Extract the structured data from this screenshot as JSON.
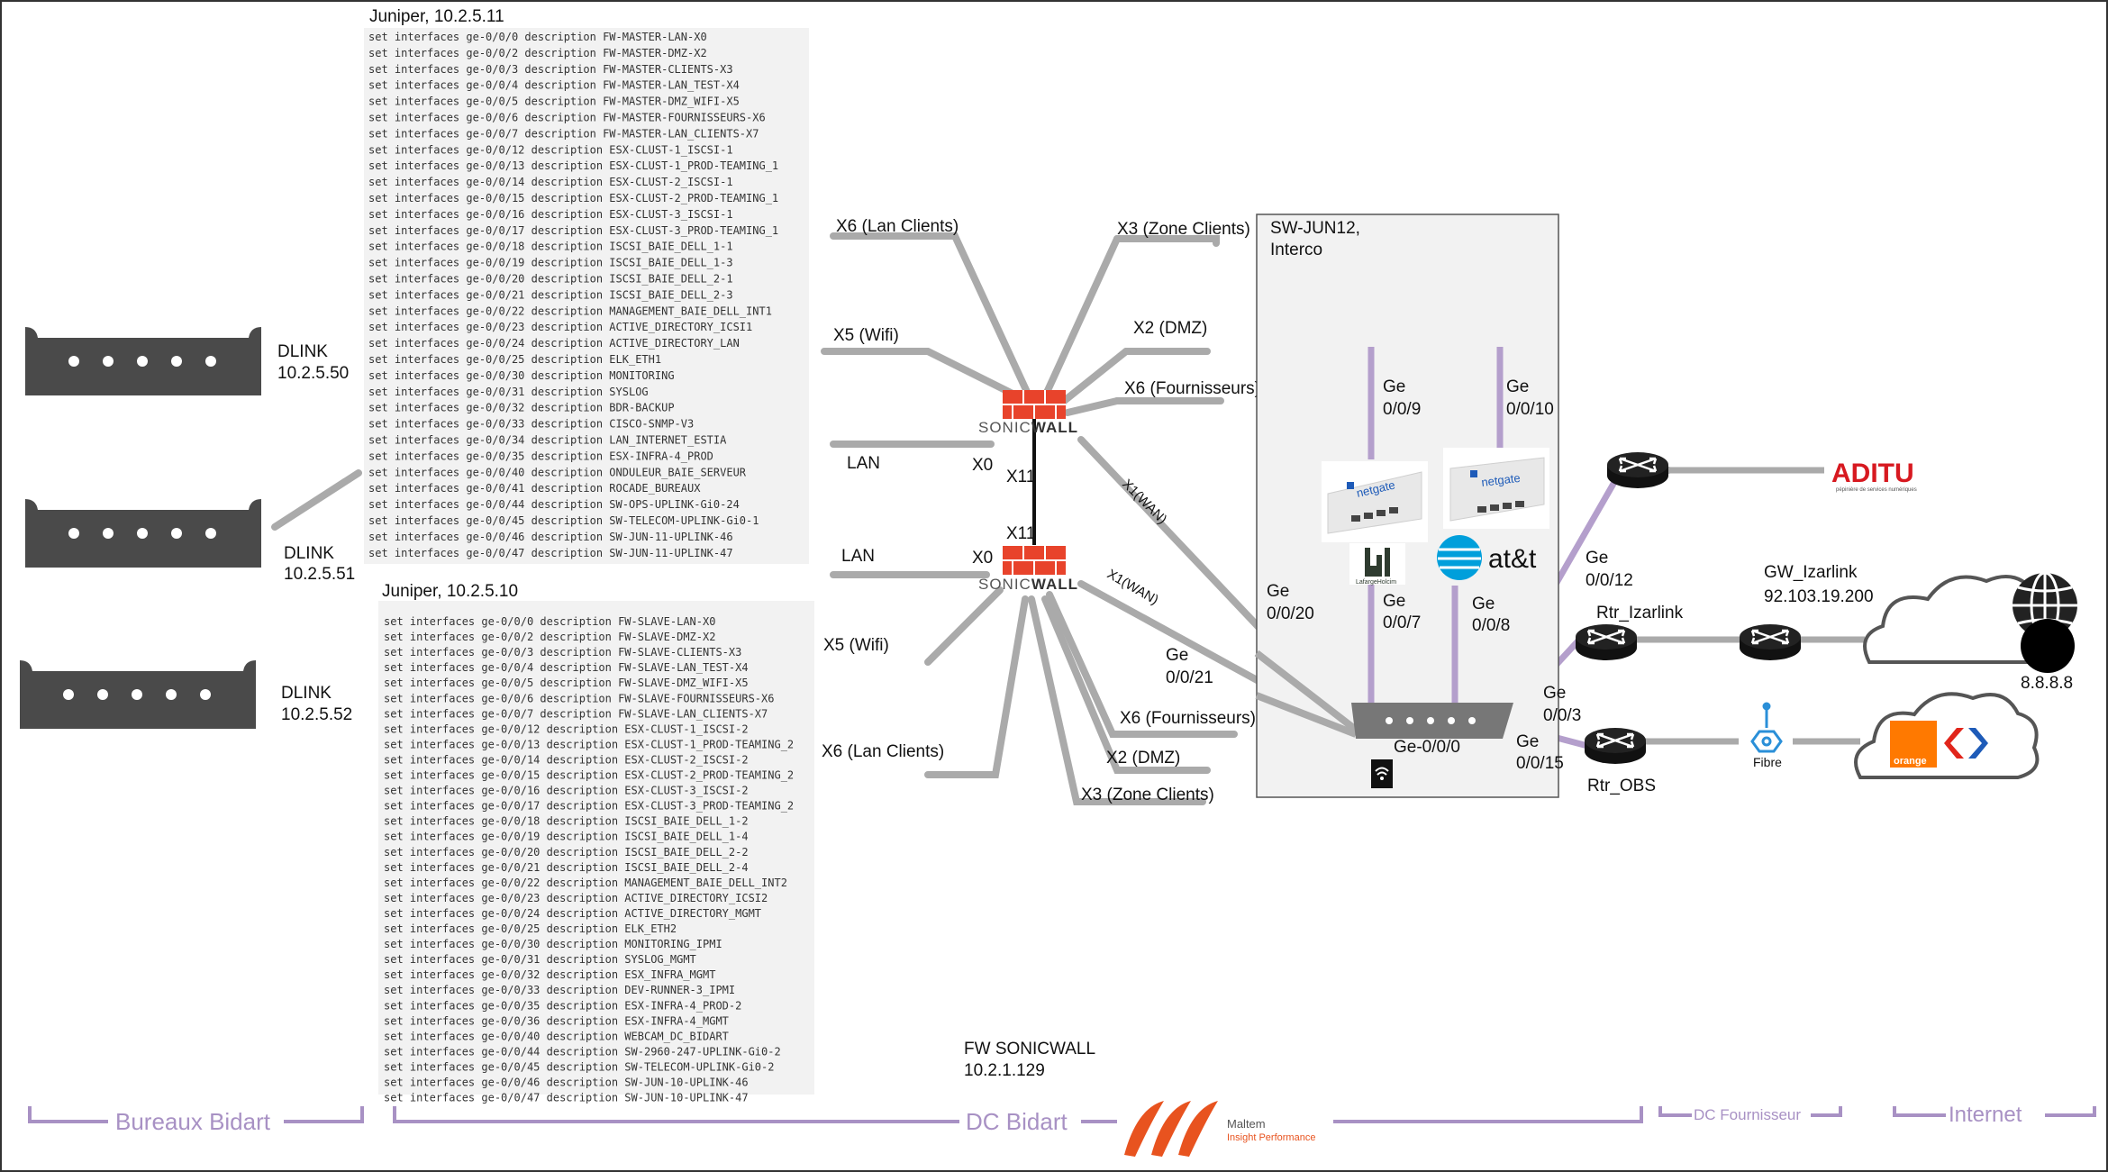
{
  "colors": {
    "link_grey": "#aaaaaa",
    "link_purple": "#b49fcc",
    "firewall_red": "#e8432b",
    "device_dark": "#4a4a4a",
    "zone_purple": "#a891c4",
    "code_bg": "#f2f2f2",
    "orange": "#ff7900",
    "carrefour_blue": "#1e5bb8",
    "carrefour_red": "#e1251b",
    "aditu_red": "#d71920",
    "maltem_orange": "#e8531f"
  },
  "icons": {
    "switch": "switch-icon",
    "firewall": "firewall-brick-icon",
    "router": "router-icon",
    "cloud": "cloud-icon",
    "globe": "globe-icon",
    "wifi": "wifi-icon",
    "fibre": "fibre-icon",
    "netgate": "netgate-appliance-icon",
    "att": "att-globe-icon"
  },
  "dlinks": [
    {
      "name": "DLINK",
      "ip": "10.2.5.50"
    },
    {
      "name": "DLINK",
      "ip": "10.2.5.51"
    },
    {
      "name": "DLINK",
      "ip": "10.2.5.52"
    }
  ],
  "juniper_master": {
    "title": "Juniper, 10.2.5.11",
    "lines": [
      "set interfaces ge-0/0/0 description FW-MASTER-LAN-X0",
      "set interfaces ge-0/0/2 description FW-MASTER-DMZ-X2",
      "set interfaces ge-0/0/3 description FW-MASTER-CLIENTS-X3",
      "set interfaces ge-0/0/4 description FW-MASTER-LAN_TEST-X4",
      "set interfaces ge-0/0/5 description FW-MASTER-DMZ_WIFI-X5",
      "set interfaces ge-0/0/6 description FW-MASTER-FOURNISSEURS-X6",
      "set interfaces ge-0/0/7 description FW-MASTER-LAN_CLIENTS-X7",
      "set interfaces ge-0/0/12 description ESX-CLUST-1_ISCSI-1",
      "set interfaces ge-0/0/13 description ESX-CLUST-1_PROD-TEAMING_1",
      "set interfaces ge-0/0/14 description ESX-CLUST-2_ISCSI-1",
      "set interfaces ge-0/0/15 description ESX-CLUST-2_PROD-TEAMING_1",
      "set interfaces ge-0/0/16 description ESX-CLUST-3_ISCSI-1",
      "set interfaces ge-0/0/17 description ESX-CLUST-3_PROD-TEAMING_1",
      "set interfaces ge-0/0/18 description ISCSI_BAIE_DELL_1-1",
      "set interfaces ge-0/0/19 description ISCSI_BAIE_DELL_1-3",
      "set interfaces ge-0/0/20 description ISCSI_BAIE_DELL_2-1",
      "set interfaces ge-0/0/21 description ISCSI_BAIE_DELL_2-3",
      "set interfaces ge-0/0/22 description MANAGEMENT_BAIE_DELL_INT1",
      "set interfaces ge-0/0/23 description ACTIVE_DIRECTORY_ICSI1",
      "set interfaces ge-0/0/24 description ACTIVE_DIRECTORY_LAN",
      "set interfaces ge-0/0/25 description ELK_ETH1",
      "set interfaces ge-0/0/30 description MONITORING",
      "set interfaces ge-0/0/31 description SYSLOG",
      "set interfaces ge-0/0/32 description BDR-BACKUP",
      "set interfaces ge-0/0/33 description CISCO-SNMP-V3",
      "set interfaces ge-0/0/34 description LAN_INTERNET_ESTIA",
      "set interfaces ge-0/0/35 description ESX-INFRA-4_PROD",
      "set interfaces ge-0/0/40 description ONDULEUR_BAIE_SERVEUR",
      "set interfaces ge-0/0/41 description ROCADE_BUREAUX",
      "set interfaces ge-0/0/44 description SW-OPS-UPLINK-Gi0-24",
      "set interfaces ge-0/0/45 description SW-TELECOM-UPLINK-Gi0-1",
      "set interfaces ge-0/0/46 description SW-JUN-11-UPLINK-46",
      "set interfaces ge-0/0/47 description SW-JUN-11-UPLINK-47"
    ]
  },
  "juniper_slave": {
    "title": "Juniper, 10.2.5.10",
    "lines": [
      "set interfaces ge-0/0/0 description FW-SLAVE-LAN-X0",
      "set interfaces ge-0/0/2 description FW-SLAVE-DMZ-X2",
      "set interfaces ge-0/0/3 description FW-SLAVE-CLIENTS-X3",
      "set interfaces ge-0/0/4 description FW-SLAVE-LAN_TEST-X4",
      "set interfaces ge-0/0/5 description FW-SLAVE-DMZ_WIFI-X5",
      "set interfaces ge-0/0/6 description FW-SLAVE-FOURNISSEURS-X6",
      "set interfaces ge-0/0/7 description FW-SLAVE-LAN_CLIENTS-X7",
      "set interfaces ge-0/0/12 description ESX-CLUST-1_ISCSI-2",
      "set interfaces ge-0/0/13 description ESX-CLUST-1_PROD-TEAMING_2",
      "set interfaces ge-0/0/14 description ESX-CLUST-2_ISCSI-2",
      "set interfaces ge-0/0/15 description ESX-CLUST-2_PROD-TEAMING_2",
      "set interfaces ge-0/0/16 description ESX-CLUST-3_ISCSI-2",
      "set interfaces ge-0/0/17 description ESX-CLUST-3_PROD-TEAMING_2",
      "set interfaces ge-0/0/18 description ISCSI_BAIE_DELL_1-2",
      "set interfaces ge-0/0/19 description ISCSI_BAIE_DELL_1-4",
      "set interfaces ge-0/0/20 description ISCSI_BAIE_DELL_2-2",
      "set interfaces ge-0/0/21 description ISCSI_BAIE_DELL_2-4",
      "set interfaces ge-0/0/22 description MANAGEMENT_BAIE_DELL_INT2",
      "set interfaces ge-0/0/23 description ACTIVE_DIRECTORY_ICSI2",
      "set interfaces ge-0/0/24 description ACTIVE_DIRECTORY_MGMT",
      "set interfaces ge-0/0/25 description ELK_ETH2",
      "set interfaces ge-0/0/30 description MONITORING_IPMI",
      "set interfaces ge-0/0/31 description SYSLOG_MGMT",
      "set interfaces ge-0/0/32 description ESX_INFRA_MGMT",
      "set interfaces ge-0/0/33 description DEV-RUNNER-3_IPMI",
      "set interfaces ge-0/0/35 description ESX-INFRA-4_PROD-2",
      "set interfaces ge-0/0/36 description ESX-INFRA-4_MGMT",
      "set interfaces ge-0/0/40 description WEBCAM_DC_BIDART",
      "set interfaces ge-0/0/44 description SW-2960-247-UPLINK-Gi0-2",
      "set interfaces ge-0/0/45 description SW-TELECOM-UPLINK-Gi0-2",
      "set interfaces ge-0/0/46 description SW-JUN-10-UPLINK-46",
      "set interfaces ge-0/0/47 description SW-JUN-10-UPLINK-47"
    ]
  },
  "firewall": {
    "brand_prefix": "SONIC",
    "brand_suffix": "WALL",
    "caption_line1": "FW SONICWALL",
    "caption_line2": "10.2.1.129",
    "top": {
      "x6": "X6 (Lan Clients)",
      "x3": "X3 (Zone Clients)",
      "x5": "X5 (Wifi)",
      "x2": "X2 (DMZ)",
      "x6f": "X6 (Fournisseurs)",
      "lan": "LAN",
      "x0": "X0",
      "x11": "X11",
      "x1wan": "X1(WAN)"
    },
    "bottom": {
      "x11": "X11",
      "lan": "LAN",
      "x0": "X0",
      "x1wan": "X1(WAN)",
      "x5": "X5 (Wifi)",
      "x6f": "X6 (Fournisseurs)",
      "x6": "X6 (Lan Clients)",
      "x2": "X2 (DMZ)",
      "x3": "X3 (Zone Clients)"
    }
  },
  "interco": {
    "title_line1": "SW-JUN12,",
    "title_line2": "Interco",
    "ge_009_a": "Ge",
    "ge_009_b": "0/0/9",
    "ge_0010_a": "Ge",
    "ge_0010_b": "0/0/10",
    "ge_007_a": "Ge",
    "ge_007_b": "0/0/7",
    "ge_008_a": "Ge",
    "ge_008_b": "0/0/8",
    "ge_0020_a": "Ge",
    "ge_0020_b": "0/0/20",
    "ge_0021_a": "Ge",
    "ge_0021_b": "0/0/21",
    "ge_0000": "Ge-0/0/0",
    "ge_0012_a": "Ge",
    "ge_0012_b": "0/0/12",
    "ge_003_a": "Ge",
    "ge_003_b": "0/0/3",
    "ge_0015_a": "Ge",
    "ge_0015_b": "0/0/15",
    "netgate": "netgate",
    "lafarge": "LafargeHolcim",
    "att": "at&t"
  },
  "routers": {
    "izarlink": "Rtr_Izarlink",
    "gw_izarlink": "GW_Izarlink",
    "gw_ip": "92.103.19.200",
    "obs": "Rtr_OBS",
    "fibre": "Fibre"
  },
  "external": {
    "aditu": "ADITU",
    "aditu_sub": "pépinière de services numériques",
    "dns": "8.8.8.8",
    "orange": "orange"
  },
  "zones": {
    "bureaux": "Bureaux Bidart",
    "dc": "DC Bidart",
    "dc_fournisseur": "DC Fournisseur",
    "internet": "Internet"
  },
  "maltem": {
    "name": "Maltem",
    "tagline": "Insight Performance"
  }
}
